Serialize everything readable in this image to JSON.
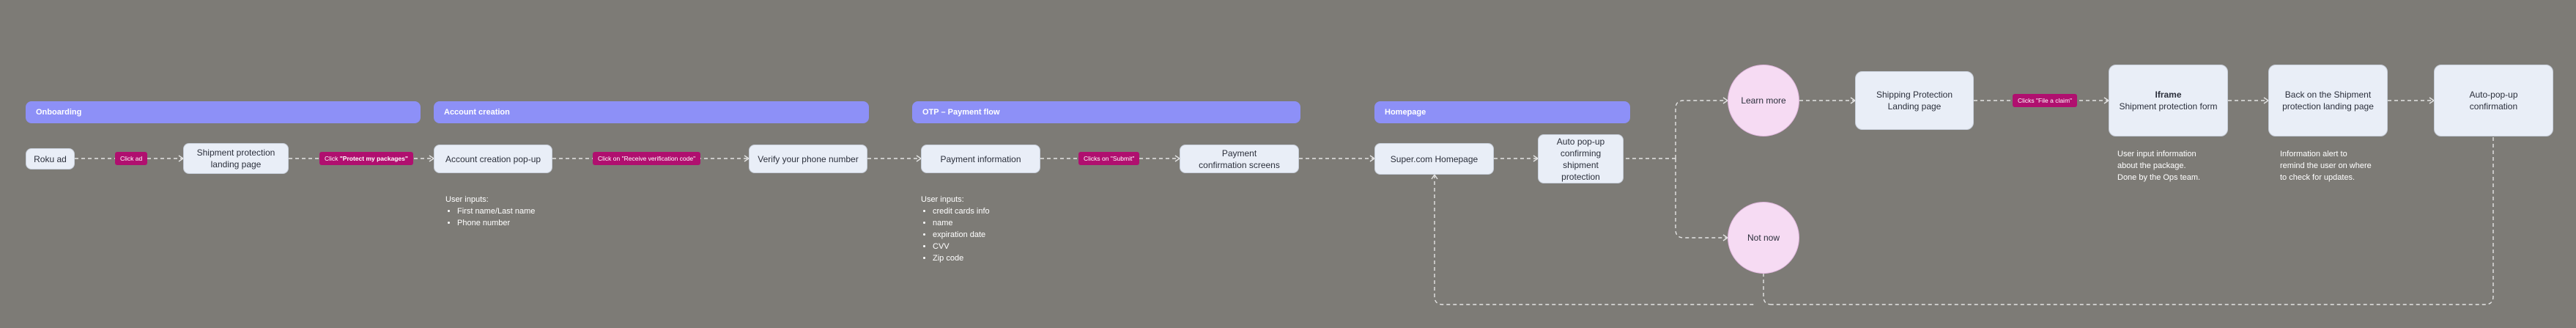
{
  "sections": {
    "onboarding": "Onboarding",
    "account_creation": "Account creation",
    "otp_payment": "OTP – Payment flow",
    "homepage": "Homepage"
  },
  "nodes": {
    "roku_ad": "Roku ad",
    "shipment_protection_landing": "Shipment protection\nlanding page",
    "account_creation_popup": "Account creation pop-up",
    "verify_phone": "Verify your phone number",
    "payment_information": "Payment information",
    "payment_confirmation": "Payment\nconfirmation screens",
    "supercom_homepage": "Super.com Homepage",
    "auto_popup_confirming": "Auto pop-up\nconfirming\nshipment protection",
    "learn_more": "Learn more",
    "not_now": "Not now",
    "shipping_protection_landing": "Shipping Protection\nLanding page",
    "iframe_title": "Iframe",
    "iframe_subtitle": "Shipment protection form",
    "back_on_shipment": "Back on the Shipment\nprotection landing page",
    "auto_popup_confirmation": "Auto-pop-up\nconfirmation"
  },
  "actions": {
    "click_ad": "Click ad",
    "click_protect_prefix": "Click ",
    "click_protect_strong": "\"Protect my packages\"",
    "click_receive_code": "Click on \"Receive verification code\"",
    "click_submit": "Clicks on \"Submit\"",
    "click_file_claim": "Clicks \"File a claim\""
  },
  "notes": {
    "account_inputs_title": "User inputs:",
    "account_inputs": [
      "First name/Last name",
      "Phone number"
    ],
    "payment_inputs_title": "User inputs:",
    "payment_inputs": [
      "credit cards info",
      "name",
      "expiration date",
      "CVV",
      "Zip code"
    ],
    "iframe_note": "User input information\nabout the package.\nDone by the Ops team.",
    "back_note": "Information alert to\nremind the user on where\nto check for updates."
  },
  "colors": {
    "background": "#7d7b76",
    "section": "#8d90f7",
    "node": "#e9eef7",
    "circle": "#f6dbf3",
    "action": "#b00f6f",
    "connector": "#e4e4e4"
  }
}
